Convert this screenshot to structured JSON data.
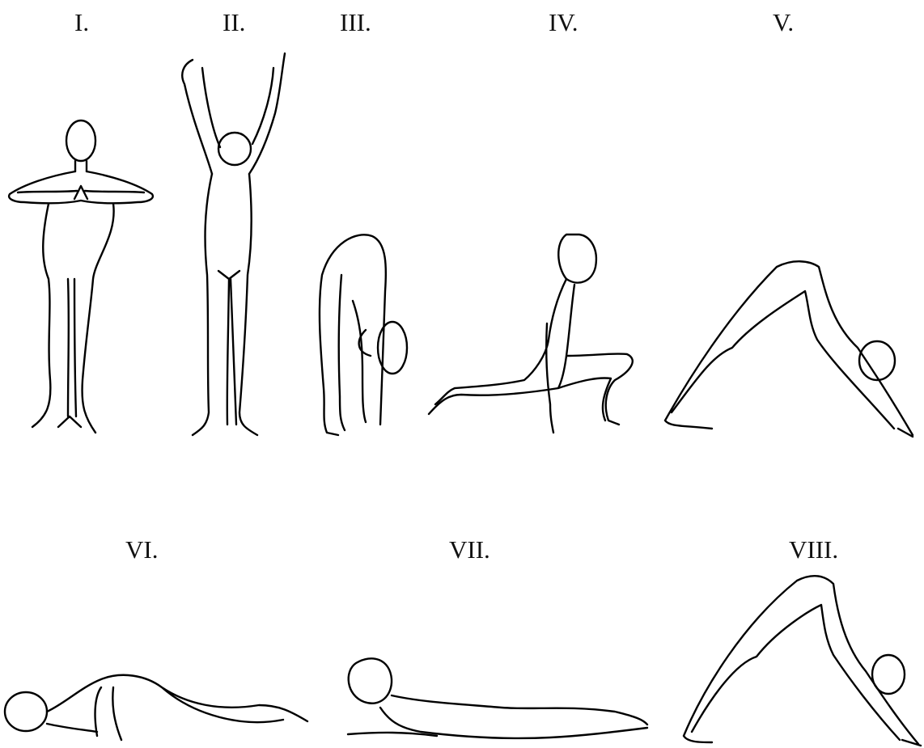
{
  "labels": {
    "pose_1": "I.",
    "pose_2": "II.",
    "pose_3": "III.",
    "pose_4": "IV.",
    "pose_5": "V.",
    "pose_6": "VI.",
    "pose_7": "VII.",
    "pose_8": "VIII."
  },
  "colors": {
    "background": "#ffffff",
    "ink": "#000000"
  }
}
